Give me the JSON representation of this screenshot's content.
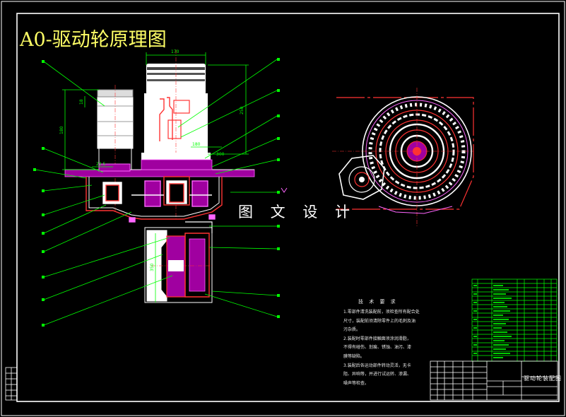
{
  "drawing": {
    "title": "A0-驱动轮原理图",
    "watermark": "图 文 设 计",
    "technical_requirements": {
      "heading": "技 术 要 求",
      "lines": [
        "1.零部件清洗装配前，须检查所有配合处",
        "尺寸，装配前须清除零件上的毛刺及油",
        "污杂质。",
        "2.装配时零部件接触面须涂润滑脂，",
        "不得有碰伤、划痕、锈蚀、油污、漆",
        "膜等缺陷。",
        "3.装配后各运动部件转动灵活，无卡",
        "阻、异响等，并进行试运转、渗漏、",
        "噪声等检查。"
      ]
    },
    "title_block": {
      "name": "驱动轮装配图"
    },
    "dimensions": {
      "top_width": "170",
      "motor_height": "250",
      "left_motor_height": "180",
      "flange_width": "300",
      "inner_width": "180",
      "left_small": "22.5",
      "wheel_dim": "350",
      "small_dim": "18"
    },
    "colors": {
      "background": "#000000",
      "border": "#ffffff",
      "leader": "#00ff00",
      "section": "#ff3333",
      "hatch_dark": "#a000a0",
      "motor": "#ffffff",
      "title": "#ffff66",
      "bom": "#00ff00",
      "accent_cyan": "#00ffff"
    }
  }
}
